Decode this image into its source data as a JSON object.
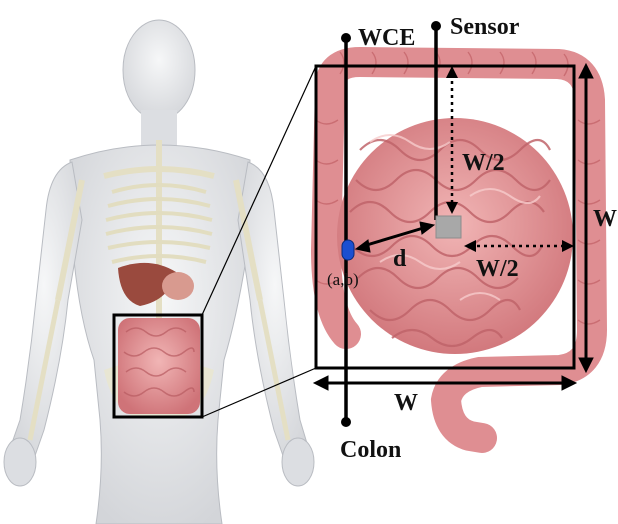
{
  "labels": {
    "wce": "WCE",
    "sensor": "Sensor",
    "half_width_vertical": "W/2",
    "half_width_horizontal": "W/2",
    "distance": "d",
    "capsule_position": "(a,b)",
    "width_bottom": "W",
    "width_right": "W",
    "colon": "Colon"
  },
  "colors": {
    "line": "#000000",
    "skin": "#e9eaec",
    "bone": "#eceadb",
    "intestine": "#e6979a",
    "intestine_dark": "#c9686c",
    "capsule": "#1b4fd1",
    "sensor": "#a8a8a8"
  }
}
